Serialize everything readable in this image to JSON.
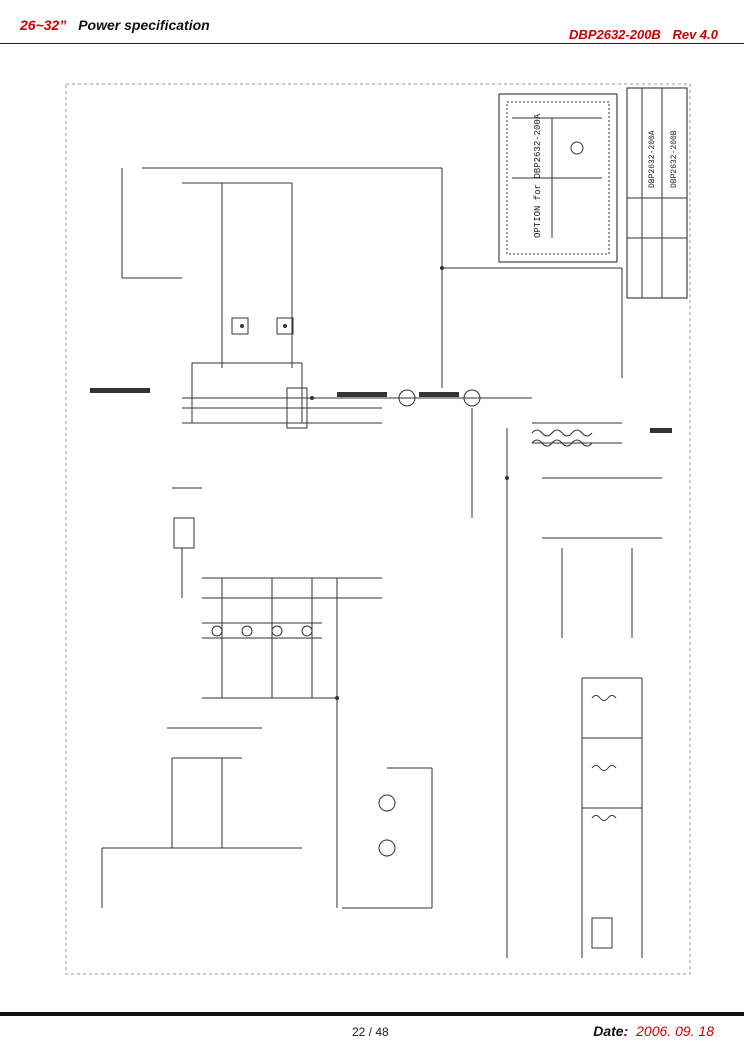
{
  "header": {
    "range": "26~32”",
    "title": "Power specification",
    "model": "DBP2632-200B",
    "revision": "Rev 4.0"
  },
  "schematic": {
    "option_box_label": "OPTION for DBP2632-200A",
    "model_labels": [
      "DBP2632-200A",
      "DBP2632-200B"
    ]
  },
  "footer": {
    "page": "22 / 48",
    "date_label": "Date:",
    "date_value": "2006. 09. 18"
  },
  "colors": {
    "accent": "#cc0000",
    "ink": "#111111"
  }
}
